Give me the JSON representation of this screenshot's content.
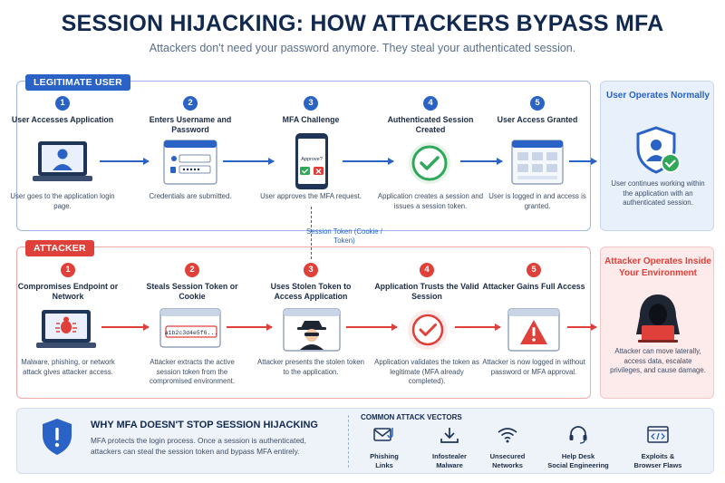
{
  "header": {
    "title": "SESSION HIJACKING: HOW ATTACKERS BYPASS MFA",
    "subtitle": "Attackers don't need your password anymore. They steal your authenticated session."
  },
  "legit": {
    "tag": "LEGITIMATE USER",
    "steps": [
      {
        "num": "1",
        "title": "User Accesses Application",
        "desc": "User goes to the application login page."
      },
      {
        "num": "2",
        "title": "Enters Username and Password",
        "desc": "Credentials are submitted."
      },
      {
        "num": "3",
        "title": "MFA Challenge",
        "desc": "User approves the MFA request.",
        "prompt": "Approve?"
      },
      {
        "num": "4",
        "title": "Authenticated Session Created",
        "desc": "Application creates a session and issues a session token."
      },
      {
        "num": "5",
        "title": "User Access Granted",
        "desc": "User is logged in and access is granted."
      }
    ],
    "outcome": {
      "title": "User Operates Normally",
      "desc": "User continues working within the application with an authenticated session."
    }
  },
  "token": {
    "label": "Session Token (Cookie / Token)"
  },
  "attacker": {
    "tag": "ATTACKER",
    "steps": [
      {
        "num": "1",
        "title": "Compromises Endpoint or Network",
        "desc": "Malware, phishing, or network attack gives attacker access."
      },
      {
        "num": "2",
        "title": "Steals Session Token or Cookie",
        "desc": "Attacker extracts the active session token from the compromised environment.",
        "token_value": "a1b2c3d4e5f6..."
      },
      {
        "num": "3",
        "title": "Uses Stolen Token to Access Application",
        "desc": "Attacker presents the stolen token to the application."
      },
      {
        "num": "4",
        "title": "Application Trusts the Valid Session",
        "desc": "Application validates the token as legitimate (MFA already completed)."
      },
      {
        "num": "5",
        "title": "Attacker Gains Full Access",
        "desc": "Attacker is now logged in without password or MFA approval."
      }
    ],
    "outcome": {
      "title": "Attacker Operates Inside Your Environment",
      "desc": "Attacker can move laterally, access data, escalate privileges, and cause damage."
    }
  },
  "why": {
    "title": "WHY MFA DOESN'T STOP SESSION HIJACKING",
    "desc": "MFA protects the login process. Once a session is authenticated, attackers can steal the session token and bypass MFA entirely."
  },
  "vectors": {
    "heading": "COMMON ATTACK VECTORS",
    "items": [
      {
        "label_1": "Phishing",
        "label_2": "Links",
        "icon": "envelope-hook-icon"
      },
      {
        "label_1": "Infostealer",
        "label_2": "Malware",
        "icon": "download-icon"
      },
      {
        "label_1": "Unsecured",
        "label_2": "Networks",
        "icon": "wifi-icon"
      },
      {
        "label_1": "Help Desk",
        "label_2": "Social Engineering",
        "icon": "headset-icon"
      },
      {
        "label_1": "Exploits &",
        "label_2": "Browser Flaws",
        "icon": "code-window-icon"
      }
    ]
  },
  "colors": {
    "legit_blue": "#2a62c6",
    "attacker_red": "#e0403a",
    "title_navy": "#12294f",
    "success_green": "#2fa85a"
  }
}
